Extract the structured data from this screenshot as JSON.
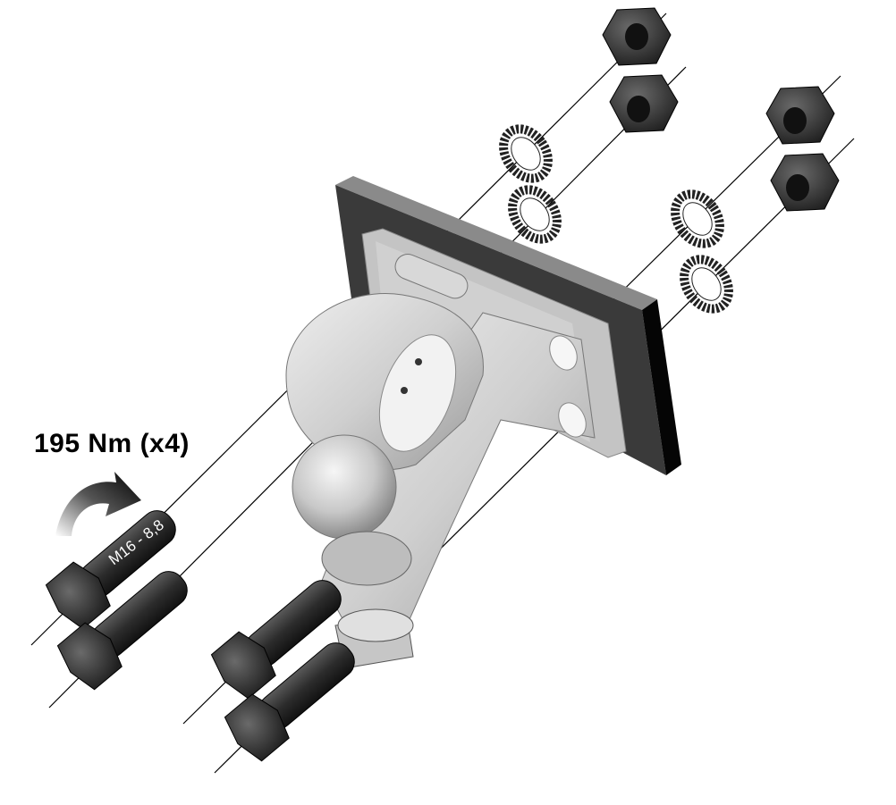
{
  "torque": {
    "label": "195 Nm (x4)"
  },
  "bolt": {
    "spec": "M16 - 8,8"
  },
  "parts": {
    "nuts": 4,
    "washers": 4,
    "bolts": 4
  },
  "colors": {
    "plate_face": "#b8b8b8",
    "plate_edge": "#1a1a1a",
    "coupling": "#d4d4d4",
    "hardware": "#3a3a3a"
  },
  "icons": [
    "curved-arrow-icon"
  ]
}
